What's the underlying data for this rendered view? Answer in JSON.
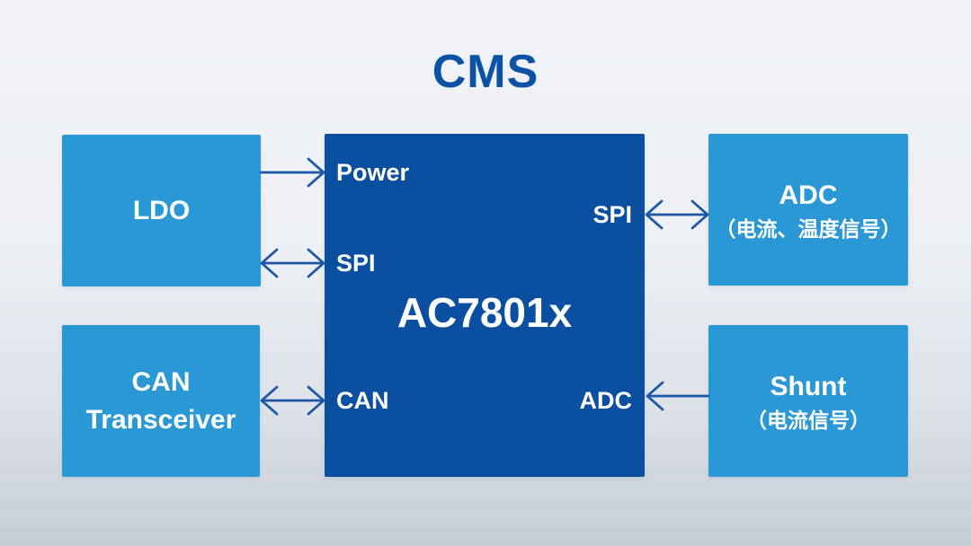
{
  "title": "CMS",
  "diagram": {
    "center_block": {
      "name": "AC7801x",
      "ports": {
        "power": "Power",
        "spi_left": "SPI",
        "spi_right": "SPI",
        "can": "CAN",
        "adc": "ADC"
      }
    },
    "blocks": {
      "ldo": {
        "label": "LDO"
      },
      "can_transceiver": {
        "label_line1": "CAN",
        "label_line2": "Transceiver"
      },
      "adc": {
        "label": "ADC",
        "sublabel": "（电流、温度信号）"
      },
      "shunt": {
        "label": "Shunt",
        "sublabel": "（电流信号）"
      }
    },
    "connections": [
      {
        "from": "LDO",
        "to": "AC7801x",
        "port_label": "Power",
        "direction": "to-center"
      },
      {
        "from": "LDO",
        "to": "AC7801x",
        "port_label": "SPI",
        "direction": "bidirectional"
      },
      {
        "from": "CAN Transceiver",
        "to": "AC7801x",
        "port_label": "CAN",
        "direction": "bidirectional"
      },
      {
        "from": "AC7801x",
        "to": "ADC",
        "port_label": "SPI",
        "direction": "bidirectional"
      },
      {
        "from": "Shunt",
        "to": "AC7801x",
        "port_label": "ADC",
        "direction": "to-center"
      }
    ]
  },
  "colors": {
    "light_blue_box": "#2a98d5",
    "dark_blue_box": "#0a4fa0",
    "title_text": "#0d53a5",
    "arrow_stroke": "#1d56a6",
    "background_top": "#f0f2f6",
    "background_bottom": "#c6ccd5",
    "box_text": "#ffffff"
  }
}
